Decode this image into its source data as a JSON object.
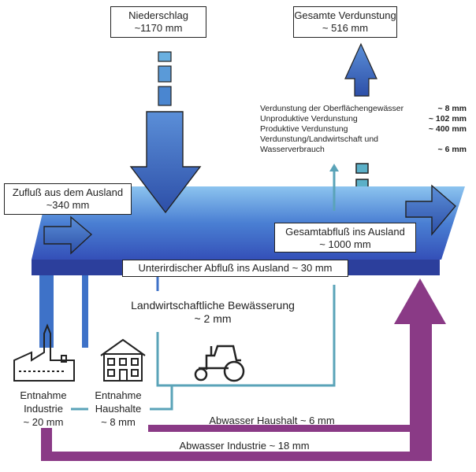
{
  "precipitation": {
    "label": "Niederschlag",
    "value": "~1170 mm"
  },
  "total_evaporation": {
    "label": "Gesamte Verdunstung",
    "value": "~ 516 mm"
  },
  "evaporation_items": [
    {
      "label": "Verdunstung der Oberflächengewässer",
      "value": "~ 8 mm"
    },
    {
      "label": "Unproduktive Verdunstung",
      "value": "~ 102 mm"
    },
    {
      "label": "Produktive Verdunstung",
      "value": "~ 400 mm"
    },
    {
      "label": "Verdunstung/Landwirtschaft und",
      "value": ""
    },
    {
      "label": "Wasserverbrauch",
      "value": "~ 6 mm"
    }
  ],
  "inflow": {
    "label": "Zufluß aus dem Ausland",
    "value": "~340 mm"
  },
  "outflow": {
    "label": "Gesamtabfluß ins Ausland",
    "value": "~ 1000 mm"
  },
  "groundwater_outflow": {
    "label": "Unterirdischer Abfluß ins Ausland ~ 30 mm"
  },
  "irrigation": {
    "label": "Landwirtschaftliche Bewässerung",
    "value": "~ 2 mm"
  },
  "withdrawal_industry": {
    "label1": "Entnahme",
    "label2": "Industrie",
    "value": "~ 20 mm"
  },
  "withdrawal_households": {
    "label1": "Entnahme",
    "label2": "Haushalte",
    "value": "~ 8 mm"
  },
  "wastewater_households": {
    "label": "Abwasser Haushalt ~ 6 mm"
  },
  "wastewater_industry": {
    "label": "Abwasser Industrie ~ 18 mm"
  },
  "icons": [
    "factory-icon",
    "house-icon",
    "tractor-icon"
  ],
  "colors": {
    "water": "#3f6fc8",
    "water_dark": "#2c3f9c",
    "teal": "#5aa3b8",
    "purple": "#8a3a86"
  }
}
